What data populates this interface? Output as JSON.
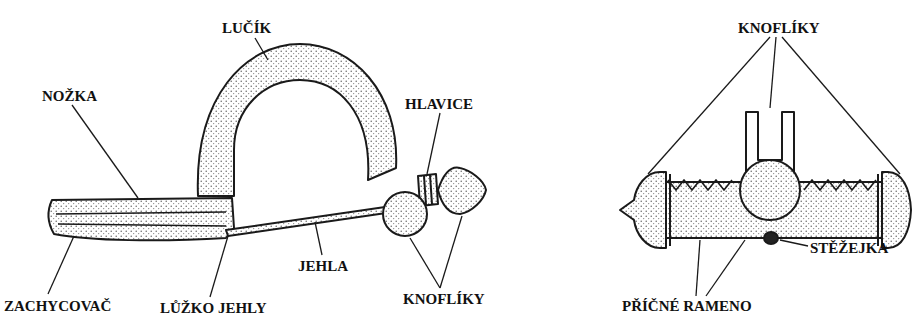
{
  "diagram": {
    "labels": [
      "LUČÍK",
      "NOŽKA",
      "HLAVICE",
      "KNOFLÍKY",
      "STĚŽEJKA",
      "ZACHYCOVAČ",
      "LŮŽKO JEHLY",
      "JEHLA",
      "KNOFLÍKY",
      "PŘÍČNÉ RAMENO"
    ]
  }
}
